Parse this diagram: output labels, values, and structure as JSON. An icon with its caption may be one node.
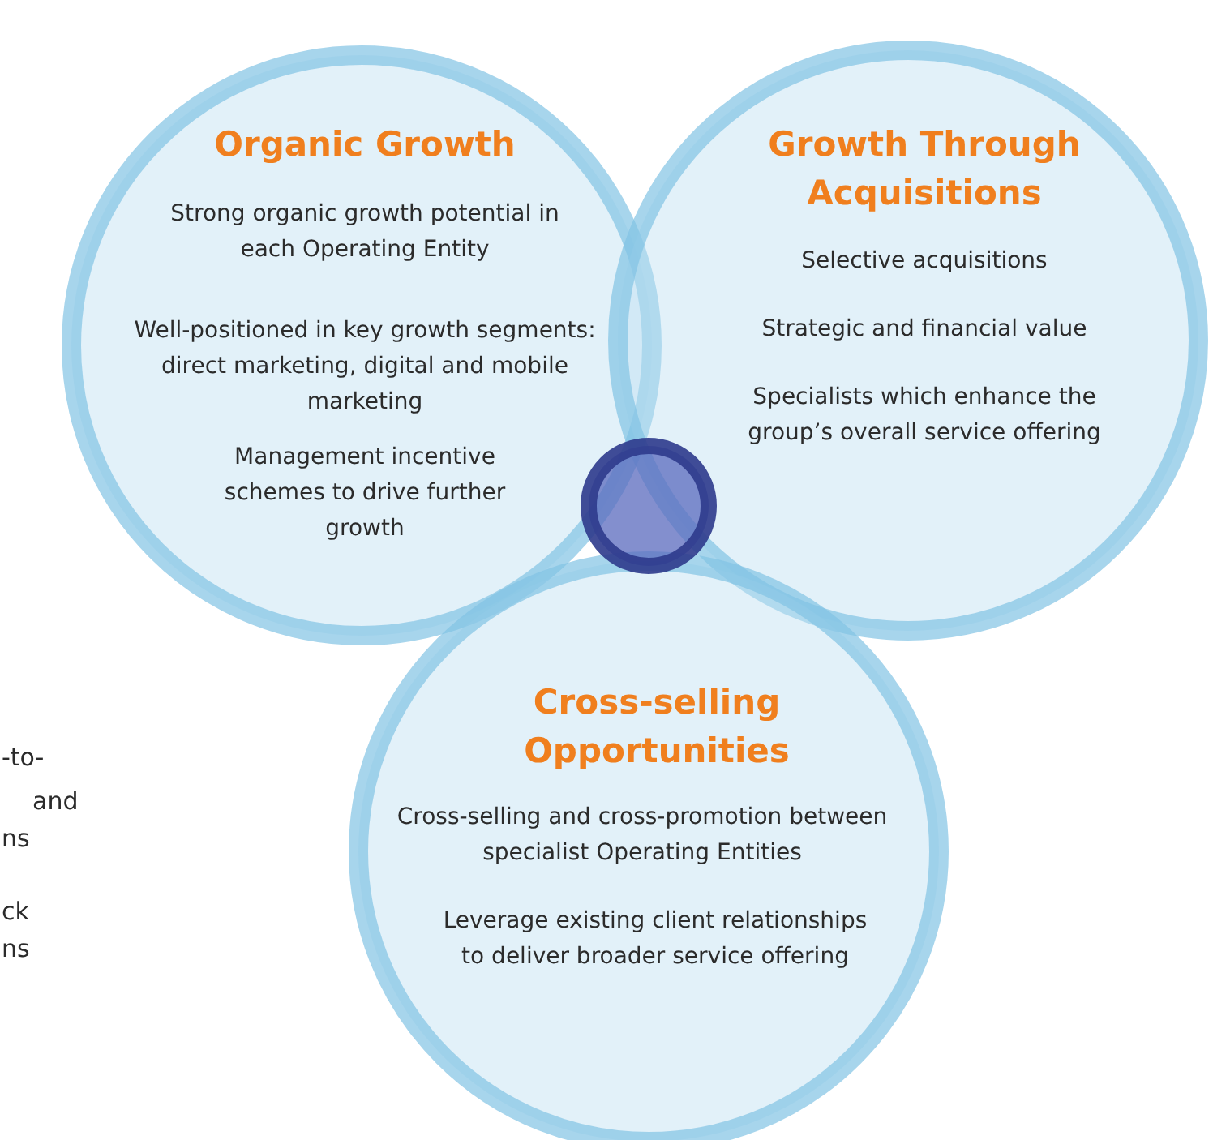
{
  "diagram": {
    "nodes": [
      {
        "text": [
          "Organic Growth",
          "Strong organic growth potential in each Operating Entity",
          "Well-positioned in key growth segments: direct marketing, digital and mobile marketing",
          "Management incentive schemes to drive further growth"
        ]
      },
      {
        "text": [
          "Growth Through Acquisitions",
          "Selective acquisitions",
          "Strategic and financial value",
          "Specialists which enhance the group’s overall service offering"
        ]
      },
      {
        "text": [
          "Cross-selling Opportunities",
          "Cross-selling and cross-promotion between specialist Operating Entities",
          "Leverage existing client relationships to deliver broader service offering"
        ]
      },
      {
        "text": [],
        "shape": "circle"
      }
    ],
    "labels": [
      "-to-",
      "and",
      "ns",
      "ck",
      "ns"
    ]
  }
}
